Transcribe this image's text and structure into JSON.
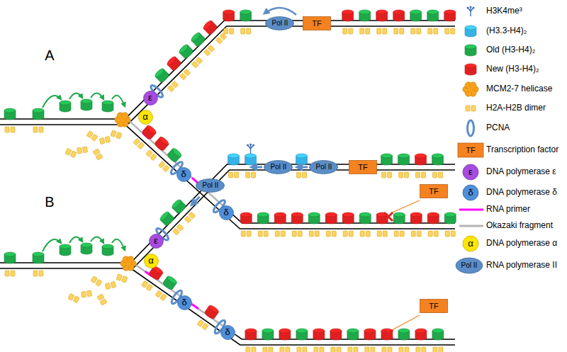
{
  "diagram": {
    "nodes": [
      {
        "text": [
          "Pol II"
        ]
      },
      {
        "text": [
          "TF"
        ]
      },
      {
        "text": [
          "ε"
        ]
      },
      {
        "text": [
          "α"
        ]
      },
      {
        "text": [
          "δ"
        ]
      },
      {
        "text": [
          "δ"
        ]
      },
      {
        "text": [
          "TF"
        ]
      },
      {
        "text": [
          "Pol II"
        ]
      },
      {
        "text": [
          "Pol II"
        ]
      },
      {
        "text": [
          "Pol II"
        ]
      },
      {
        "text": [
          "TF"
        ]
      },
      {
        "text": [
          "ε"
        ]
      },
      {
        "text": [
          "α"
        ]
      },
      {
        "text": [
          "δ"
        ]
      },
      {
        "text": [
          "δ"
        ]
      },
      {
        "text": [
          "TF"
        ]
      }
    ],
    "labels": [
      "A",
      "B",
      "TF",
      "ε",
      "δ",
      "α",
      "Pol II"
    ],
    "legend": [
      {
        "text": "H3K4me³"
      },
      {
        "text": "(H3.3-H4)₂",
        "color": "#35b2e6"
      },
      {
        "text": "Old (H3-H4)₂",
        "color": "#1fa84a"
      },
      {
        "text": "New (H3-H4)₂",
        "color": "#e02020"
      },
      {
        "text": "MCM2-7 helicase",
        "color": "#f7a21b"
      },
      {
        "text": "H2A-H2B dimer",
        "color": "#fcd45e"
      },
      {
        "text": "PCNA",
        "color": "#5b8ec8"
      },
      {
        "text": "Transcription factor",
        "color": "#f58220"
      },
      {
        "text": "DNA polymerase ε",
        "color": "#a64ce0"
      },
      {
        "text": "DNA polymerase δ",
        "color": "#4f8fd9"
      },
      {
        "text": "RNA primer"
      },
      {
        "text": "Okazaki fragment"
      },
      {
        "text": "DNA polymerase α",
        "color": "#ffe600"
      },
      {
        "text": "RNA polymerase II",
        "color": "#5b8ec8"
      }
    ]
  }
}
